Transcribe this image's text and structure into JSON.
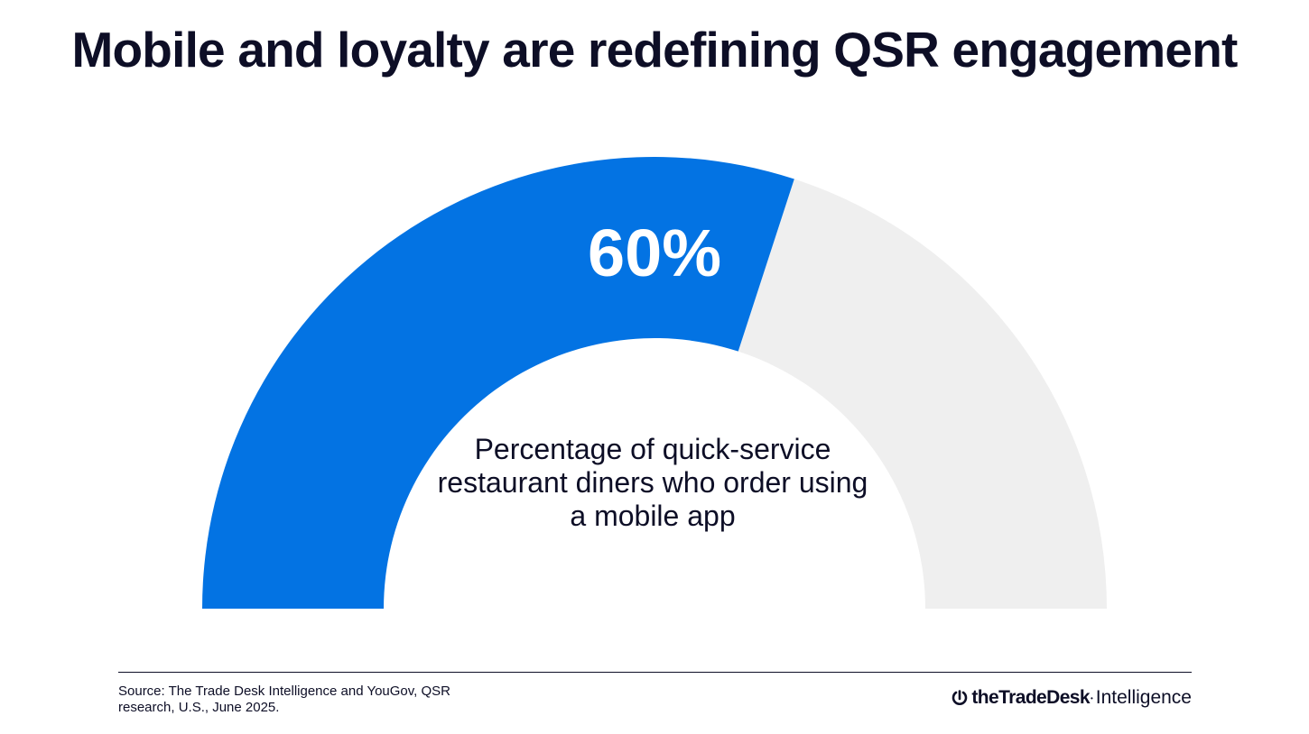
{
  "title": "Mobile and loyalty are redefining QSR engagement",
  "chart_data": {
    "type": "gauge",
    "value": 60,
    "max": 100,
    "value_label": "60%",
    "description": "Percentage of quick-service restaurant diners who order using a mobile app",
    "colors": {
      "filled": "#0373e3",
      "remaining": "#efefef"
    }
  },
  "footer": {
    "source": "Source: The Trade Desk Intelligence and YouGov, QSR research, U.S., June 2025.",
    "brand_name": "theTradeDesk",
    "brand_sub": "Intelligence",
    "brand_icon": "trade-desk-logo-icon"
  }
}
